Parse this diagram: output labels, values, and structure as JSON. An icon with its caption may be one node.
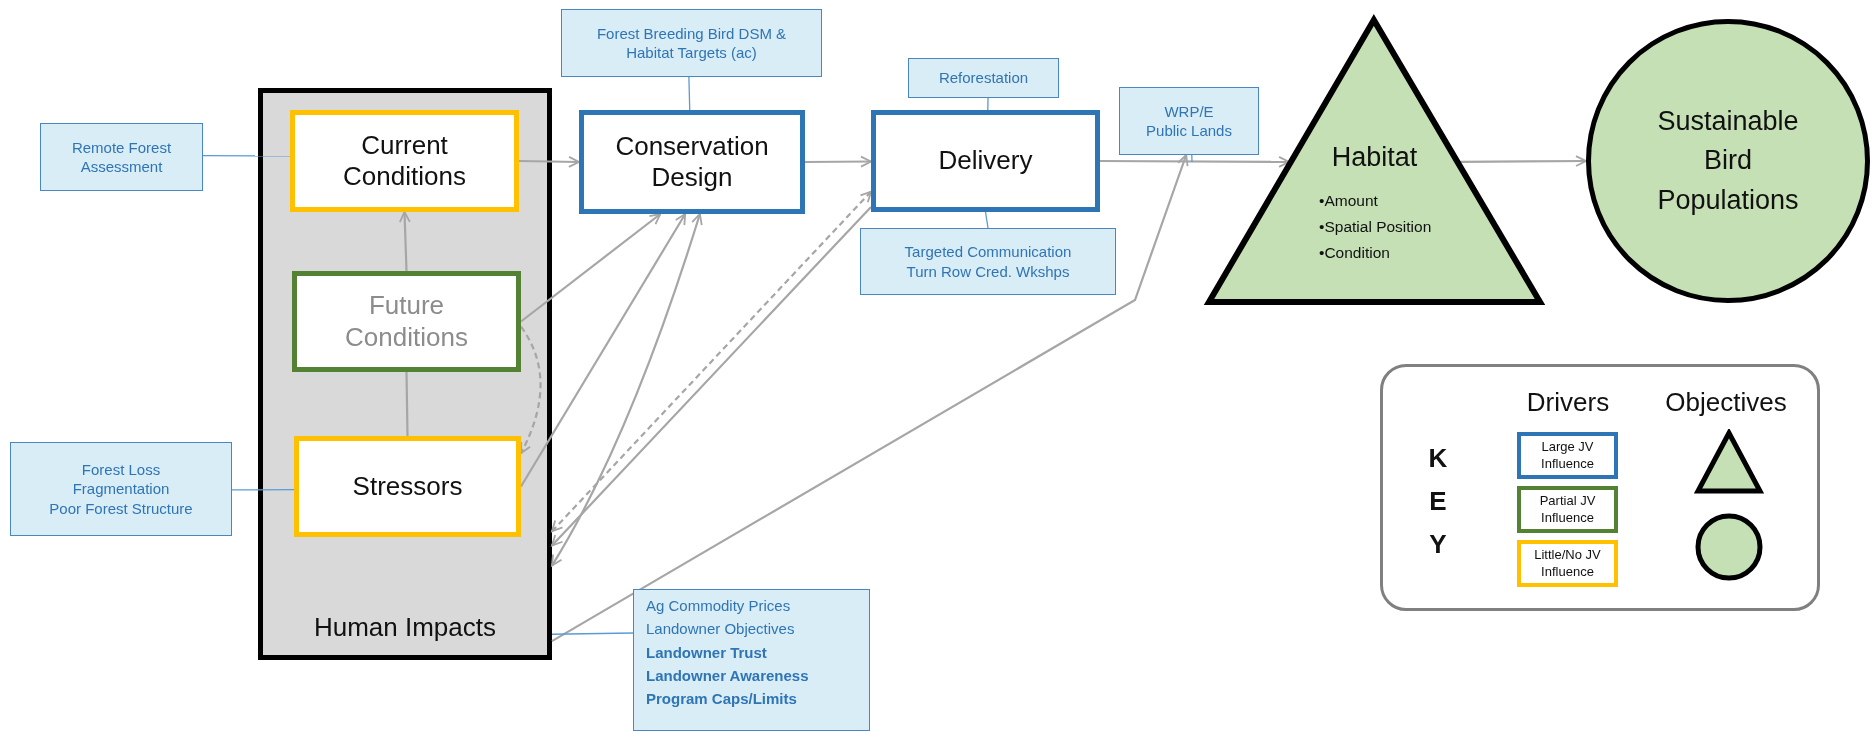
{
  "diagram": {
    "nodes": [
      {
        "text": [
          "Human Impacts"
        ]
      },
      {
        "text": [
          "Current Conditions"
        ],
        "in": 0
      },
      {
        "text": [
          "Future Conditions"
        ],
        "in": 0
      },
      {
        "text": [
          "Stressors"
        ],
        "in": 0
      },
      {
        "text": [
          "Remote Forest Assessment"
        ]
      },
      {
        "text": [
          "Forest Loss",
          "Fragmentation",
          "Poor Forest Structure"
        ]
      },
      {
        "text": [
          "Forest Breeding Bird DSM & Habitat Targets (ac)"
        ]
      },
      {
        "text": [
          "Conservation Design"
        ]
      },
      {
        "text": [
          "Reforestation"
        ]
      },
      {
        "text": [
          "Delivery"
        ]
      },
      {
        "text": [
          "Targeted Communication",
          "Turn Row Cred. Wkshps"
        ]
      },
      {
        "text": [
          "WRP/E",
          "Public Lands"
        ]
      },
      {
        "text": [
          "Habitat",
          "•Amount",
          "•Spatial Position",
          "•Condition"
        ]
      },
      {
        "text": [
          "Sustainable Bird Populations"
        ]
      },
      {
        "text": [
          "Ag Commodity Prices Landowner Objectives",
          "Landowner Trust Landowner Awareness Program Caps/Limits"
        ]
      }
    ],
    "edges": [
      {
        "from": 1,
        "to": 7,
        "arrow": "to"
      },
      {
        "from": 7,
        "to": 9,
        "arrow": "to"
      },
      {
        "from": 9,
        "to": 12,
        "arrow": "to"
      },
      {
        "from": 12,
        "to": 13,
        "arrow": "to"
      },
      {
        "from": 2,
        "to": 1,
        "arrow": "to"
      },
      {
        "from": 3,
        "to": 2,
        "arrow": "none"
      },
      {
        "from": 2,
        "to": 7,
        "arrow": "to"
      },
      {
        "from": 2,
        "to": 3,
        "arrow": "to",
        "style": "dashed"
      },
      {
        "from": 3,
        "to": 7,
        "arrow": "to"
      },
      {
        "from": 7,
        "to": 0,
        "arrow": "both"
      },
      {
        "from": 9,
        "to": 0,
        "arrow": "both",
        "style": "dashed"
      },
      {
        "from": 9,
        "to": 0,
        "arrow": "to"
      },
      {
        "from": 0,
        "to": 11,
        "arrow": "to"
      },
      {
        "from": 4,
        "to": 1,
        "arrow": "none",
        "color": "#5b9bd5"
      },
      {
        "from": 5,
        "to": 3,
        "arrow": "none",
        "color": "#5b9bd5"
      },
      {
        "from": 6,
        "to": 7,
        "arrow": "none",
        "color": "#5b9bd5"
      },
      {
        "from": 8,
        "to": 9,
        "arrow": "none",
        "color": "#5b9bd5"
      },
      {
        "from": 10,
        "to": 9,
        "arrow": "none",
        "color": "#5b9bd5"
      },
      {
        "from": 11,
        "to": null,
        "arrow": "none",
        "color": "#5b9bd5"
      },
      {
        "from": 14,
        "to": 0,
        "arrow": "none",
        "color": "#5b9bd5"
      }
    ],
    "labels": [
      "KEY",
      "Drivers",
      "Objectives"
    ],
    "legend": [
      {
        "text": "Large JV Influence",
        "color": "#2e75b6"
      },
      {
        "text": "Partial JV Influence",
        "color": "#548235"
      },
      {
        "text": "Little/No JV Influence",
        "color": "#ffc000"
      }
    ]
  }
}
